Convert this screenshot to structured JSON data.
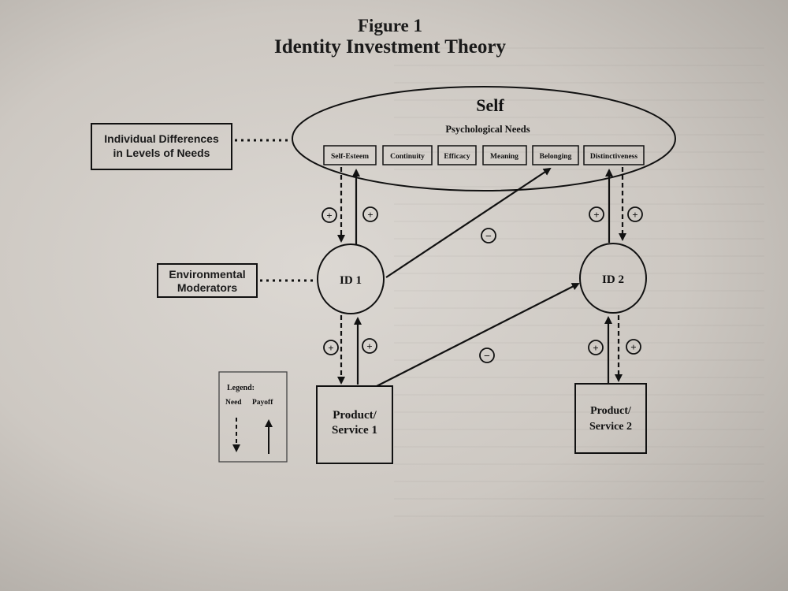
{
  "figure": {
    "number": "Figure 1",
    "title": "Identity Investment Theory"
  },
  "self": {
    "label": "Self",
    "subtitle": "Psychological Needs",
    "needs": [
      "Self-Esteem",
      "Continuity",
      "Efficacy",
      "Meaning",
      "Belonging",
      "Distinctiveness"
    ]
  },
  "boxes": {
    "individual_differences": [
      "Individual Differences",
      "in Levels of Needs"
    ],
    "environmental_moderators": [
      "Environmental",
      "Moderators"
    ]
  },
  "identities": {
    "id1": "ID 1",
    "id2": "ID 2"
  },
  "products": {
    "p1": [
      "Product/",
      "Service 1"
    ],
    "p2": [
      "Product/",
      "Service 2"
    ]
  },
  "signs": {
    "plus": "+",
    "minus": "−"
  },
  "legend": {
    "title": "Legend:",
    "need": "Need",
    "payoff": "Payoff"
  },
  "colors": {
    "ink": "#111111",
    "paper": "#dcd8d3"
  }
}
